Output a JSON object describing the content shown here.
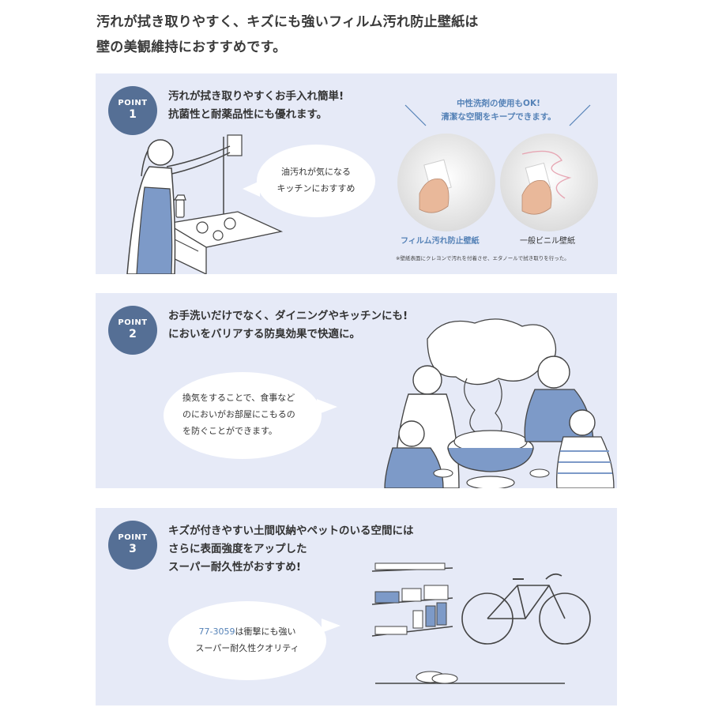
{
  "headline": {
    "line1": "汚れが拭き取りやすく、キズにも強いフィルム汚れ防止壁紙は",
    "line2": "壁の美観維持におすすめです。"
  },
  "badge_word": "POINT",
  "points": [
    {
      "number": "1",
      "title_line1": "汚れが拭き取りやすくお手入れ簡単!",
      "title_line2": "抗菌性と耐薬品性にも優れます。",
      "bubble_line1": "油汚れが気になる",
      "bubble_line2": "キッチンにおすすめ",
      "note_line1": "中性洗剤の使用もOK!",
      "note_line2": "清潔な空間をキープできます。",
      "caption_left": "フィルム汚れ防止壁紙",
      "caption_right": "一般ビニル壁紙",
      "fine_print": "※壁紙表面にクレヨンで汚れを付着させ、エタノールで拭き取りを行った。"
    },
    {
      "number": "2",
      "title_line1": "お手洗いだけでなく、ダイニングやキッチンにも!",
      "title_line2": "においをバリアする防臭効果で快適に。",
      "bubble_line1": "換気をすることで、食事など",
      "bubble_line2": "のにおいがお部屋にこもるの",
      "bubble_line3": "を防ぐことができます。"
    },
    {
      "number": "3",
      "title_line1": "キズが付きやすい土間収納やペットのいる空間には",
      "title_line2": "さらに表面強度をアップした",
      "title_line3": "スーパー耐久性がおすすめ!",
      "bubble_code": "77-3059",
      "bubble_line1_rest": "は衝撃にも強い",
      "bubble_line2": "スーパー耐久性クオリティ"
    }
  ],
  "colors": {
    "panel_bg": "#e6eaf7",
    "badge": "#556f95",
    "accent_blue": "#5582b7",
    "apron_blue": "#7d9ac8"
  }
}
